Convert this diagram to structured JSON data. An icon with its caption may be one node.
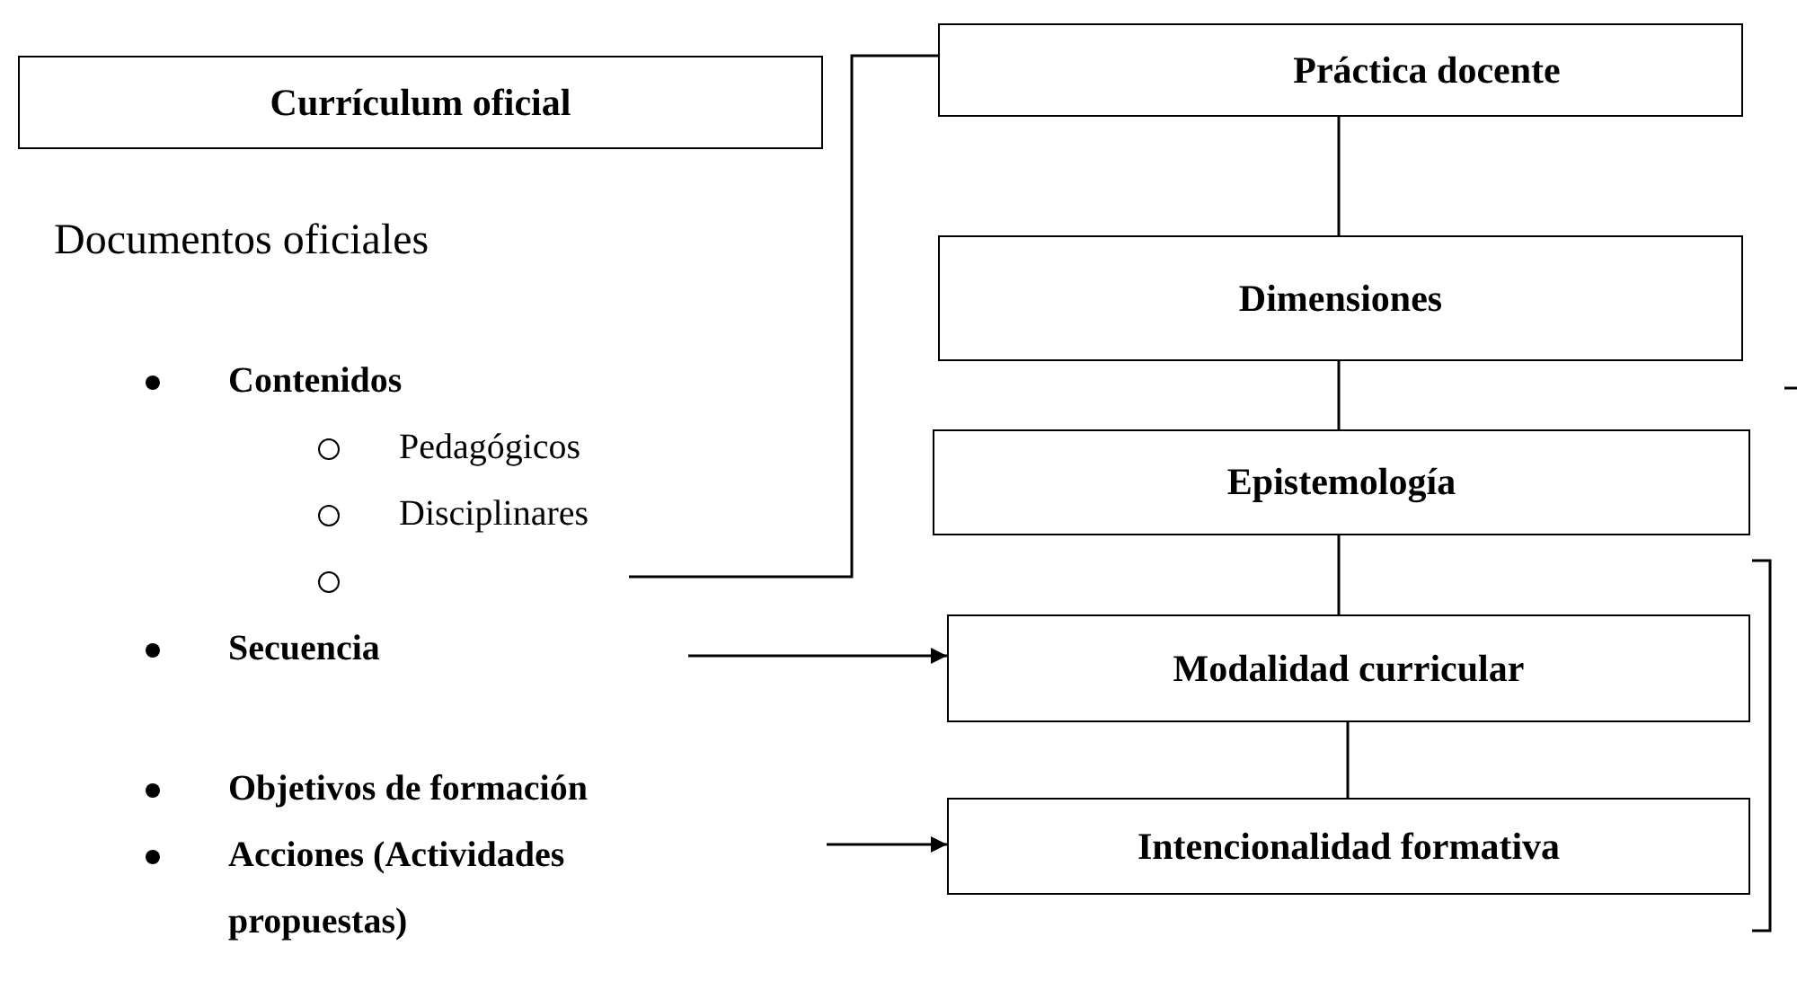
{
  "diagram": {
    "nodes": [
      {
        "text": [
          "Currículum oficial"
        ]
      },
      {
        "text": [
          "Práctica docente"
        ]
      },
      {
        "text": [
          "Dimensiones"
        ]
      },
      {
        "text": [
          "Epistemología"
        ]
      },
      {
        "text": [
          "Modalidad curricular"
        ]
      },
      {
        "text": [
          "Intencionalidad formativa"
        ]
      }
    ],
    "edges": [
      {
        "from": null,
        "to": 1,
        "arrow": "none"
      },
      {
        "from": 1,
        "to": 2,
        "arrow": "none"
      },
      {
        "from": 2,
        "to": 3,
        "arrow": "none"
      },
      {
        "from": 3,
        "to": 4,
        "arrow": "none"
      },
      {
        "from": 4,
        "to": 5,
        "arrow": "none"
      },
      {
        "from": null,
        "to": 4,
        "arrow": "to"
      },
      {
        "from": null,
        "to": 5,
        "arrow": "to"
      }
    ],
    "labels": [
      "Documentos oficiales",
      "Contenidos",
      "Pedagógicos",
      "Disciplinares",
      "Secuencia",
      "Objetivos de formación",
      "Acciones (Actividades propuestas)"
    ]
  }
}
